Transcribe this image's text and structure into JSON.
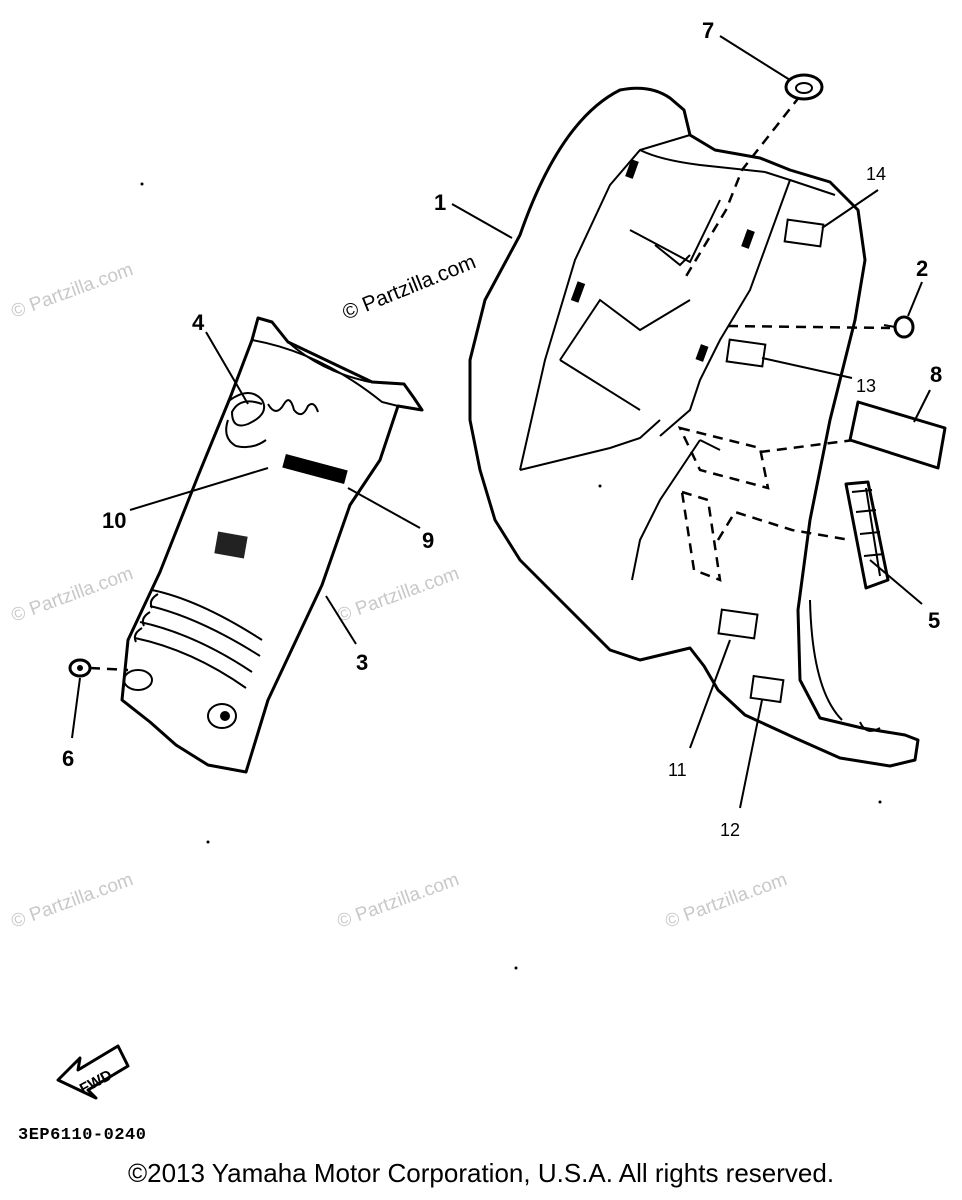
{
  "watermarks": {
    "main": "© Partzilla.com",
    "faded": "© Partzilla.com"
  },
  "callouts": {
    "c1": "1",
    "c2": "2",
    "c3": "3",
    "c4": "4",
    "c5": "5",
    "c6": "6",
    "c7": "7",
    "c8": "8",
    "c9": "9",
    "c10": "10",
    "c11": "11",
    "c12": "12",
    "c13": "13",
    "c14": "14"
  },
  "fwd_label": "FWD",
  "diagram_code": "3EP6110-0240",
  "copyright": "©2013 Yamaha Motor Corporation, U.S.A. All rights reserved."
}
